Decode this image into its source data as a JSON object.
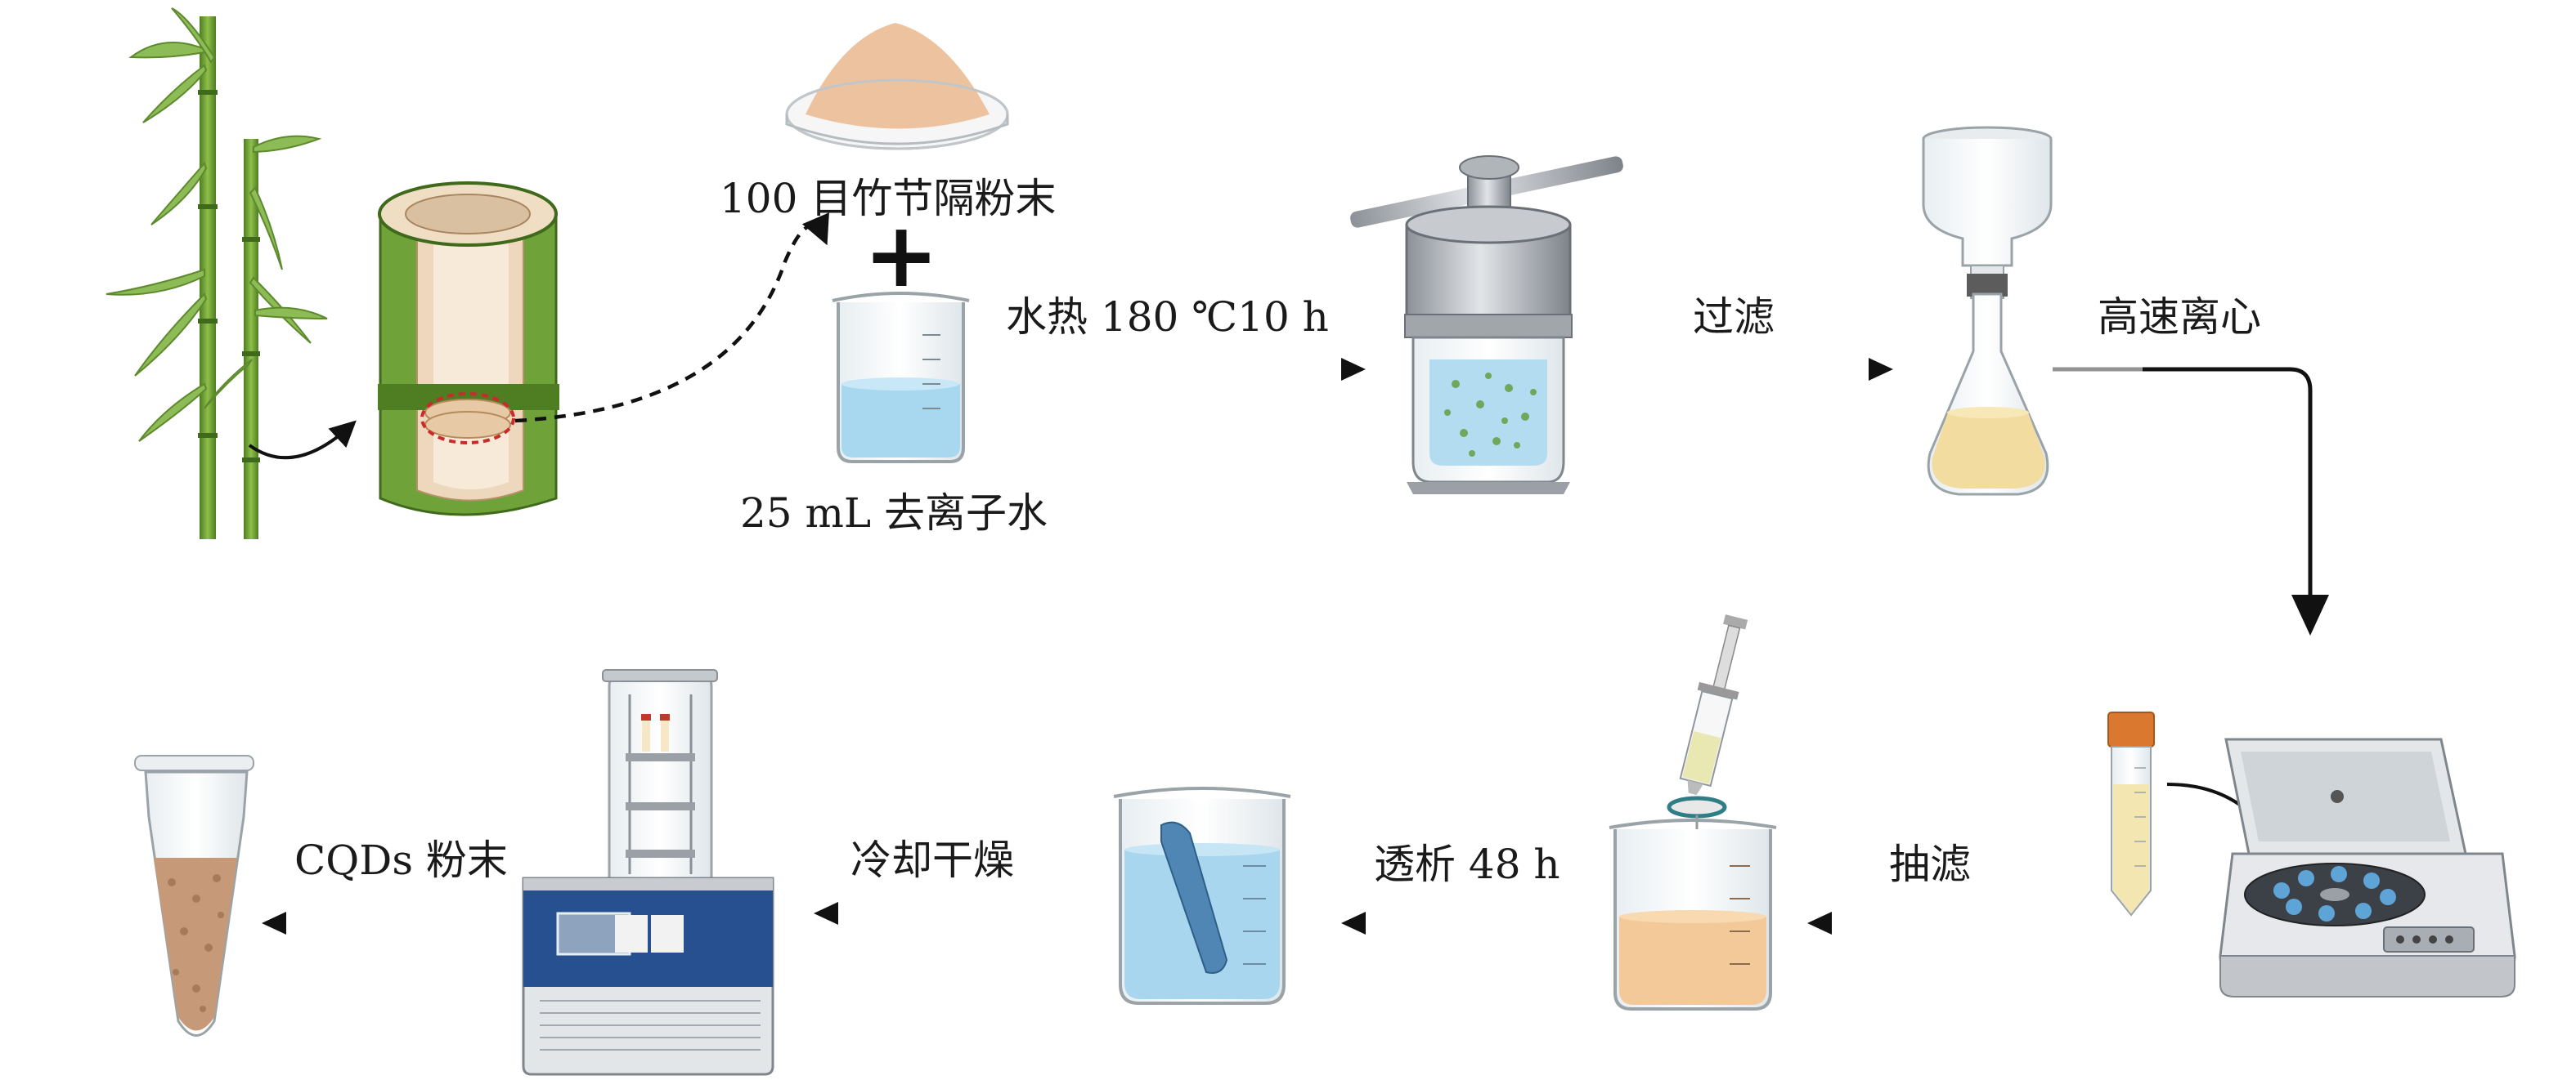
{
  "title": "竹节隔碳量子点制备流程",
  "labels": {
    "powder": "100 目竹节隔粉末",
    "water": "25 mL 去离子水",
    "hydrothermal": "水热 180 ℃10 h",
    "filter": "过滤",
    "centrifuge": "高速离心",
    "suction": "抽滤",
    "dialysis": "透析 48 h",
    "freeze_dry": "冷却干燥",
    "product": "CQDs 粉末"
  },
  "colors": {
    "bamboo_green": "#7dab3c",
    "bamboo_dark": "#4e7d22",
    "wall_beige": "#eed8bd",
    "water_blue": "#a8d8f0",
    "liquid_yellow": "#f3dca0",
    "liquid_orange": "#f3c99a",
    "machine_grey": "#d6d9de",
    "arrow": "#111111"
  }
}
